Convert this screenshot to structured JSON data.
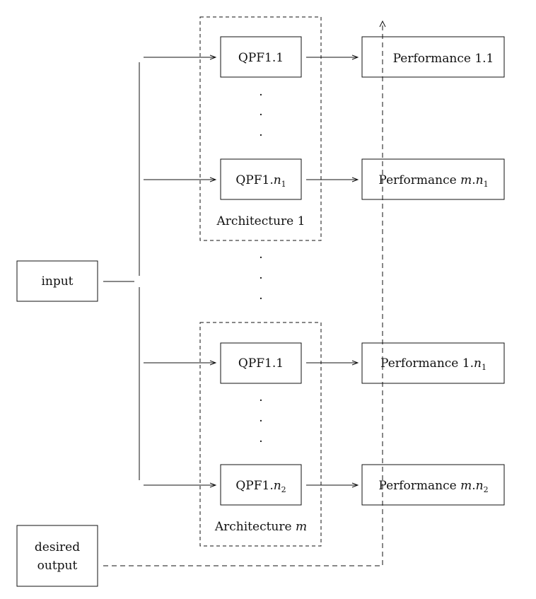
{
  "input_label": "input",
  "desired_output_label": [
    "desired",
    "output"
  ],
  "architectures": [
    {
      "label_prefix": "Architecture ",
      "label_var": "1",
      "qpfs": [
        {
          "prefix": "QPF1.",
          "num": "1",
          "sub": ""
        },
        {
          "prefix": "QPF1.",
          "num": "n",
          "sub": "1"
        }
      ]
    },
    {
      "label_prefix": "Architecture ",
      "label_var": "m",
      "qpfs": [
        {
          "prefix": "QPF1.",
          "num": "1",
          "sub": ""
        },
        {
          "prefix": "QPF1.",
          "num": "n",
          "sub": "2"
        }
      ]
    }
  ],
  "performances": [
    {
      "prefix": "Performance ",
      "var": "",
      "mid": "1.1",
      "var2": "",
      "sub": ""
    },
    {
      "prefix": "Performance ",
      "var": "m",
      "mid": ".",
      "var2": "n",
      "sub": "1"
    },
    {
      "prefix": "Performance ",
      "var": "",
      "mid": "1.",
      "var2": "n",
      "sub": "1"
    },
    {
      "prefix": "Performance ",
      "var": "m",
      "mid": ".",
      "var2": "n",
      "sub": "2"
    }
  ],
  "ellipsis": "·"
}
